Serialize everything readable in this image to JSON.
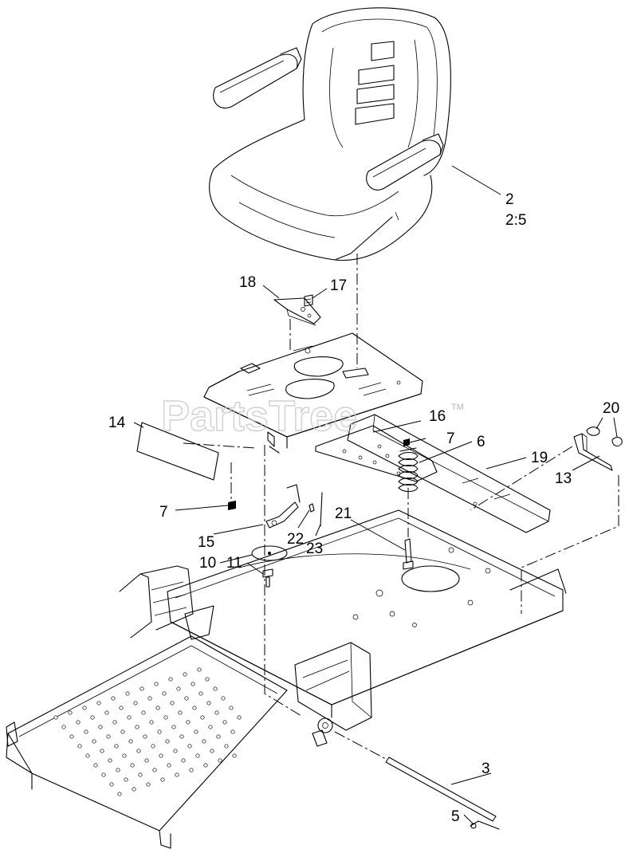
{
  "watermark": {
    "text": "PartsTree",
    "trademark": "TM"
  },
  "callouts": [
    {
      "id": "c2",
      "text": "2"
    },
    {
      "id": "c2b",
      "text": "2:5"
    },
    {
      "id": "c18",
      "text": "18"
    },
    {
      "id": "c17",
      "text": "17"
    },
    {
      "id": "c14",
      "text": "14"
    },
    {
      "id": "c16",
      "text": "16"
    },
    {
      "id": "c20",
      "text": "20"
    },
    {
      "id": "c7a",
      "text": "7"
    },
    {
      "id": "c6",
      "text": "6"
    },
    {
      "id": "c19",
      "text": "19"
    },
    {
      "id": "c13",
      "text": "13"
    },
    {
      "id": "c7b",
      "text": "7"
    },
    {
      "id": "c15",
      "text": "15"
    },
    {
      "id": "c22",
      "text": "22"
    },
    {
      "id": "c21",
      "text": "21"
    },
    {
      "id": "c23",
      "text": "23"
    },
    {
      "id": "c10",
      "text": "10"
    },
    {
      "id": "c11",
      "text": "11"
    },
    {
      "id": "c3",
      "text": "3"
    },
    {
      "id": "c5",
      "text": "5"
    }
  ]
}
